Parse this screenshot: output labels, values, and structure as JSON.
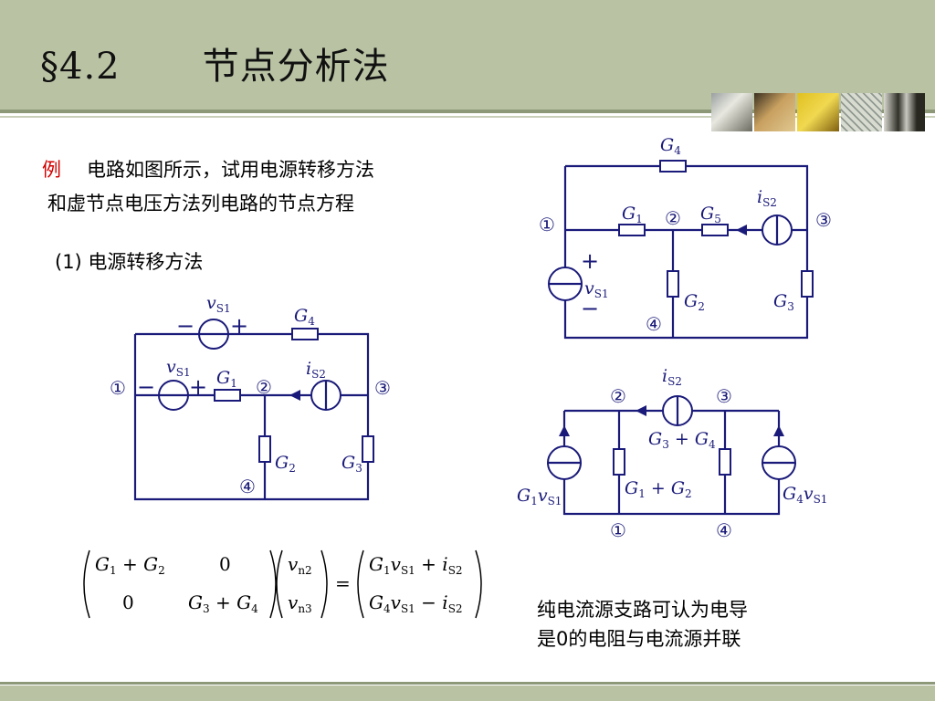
{
  "header": {
    "section": "§4.2",
    "title": "节点分析法"
  },
  "photos": [
    "clock-photo",
    "hand-photo",
    "tools-photo",
    "grid-photo",
    "people-photo"
  ],
  "intro": {
    "example_label": "例",
    "line1": "电路如图所示，试用电源转移方法",
    "line2": "和虚节点电压方法列电路的节点方程"
  },
  "step1": "(1) 电源转移方法",
  "note": {
    "line1": "纯电流源支路可认为电导",
    "line2": "是0的电阻与电流源并联"
  },
  "circuit_labels": {
    "G1": "G",
    "G2": "G",
    "G3": "G",
    "G4": "G",
    "G5": "G",
    "node1": "①",
    "node2": "②",
    "node3": "③",
    "node4": "④"
  },
  "colors": {
    "header": "#b9c3a4",
    "wire": "#1a1a7a",
    "accent": "#d00000"
  }
}
